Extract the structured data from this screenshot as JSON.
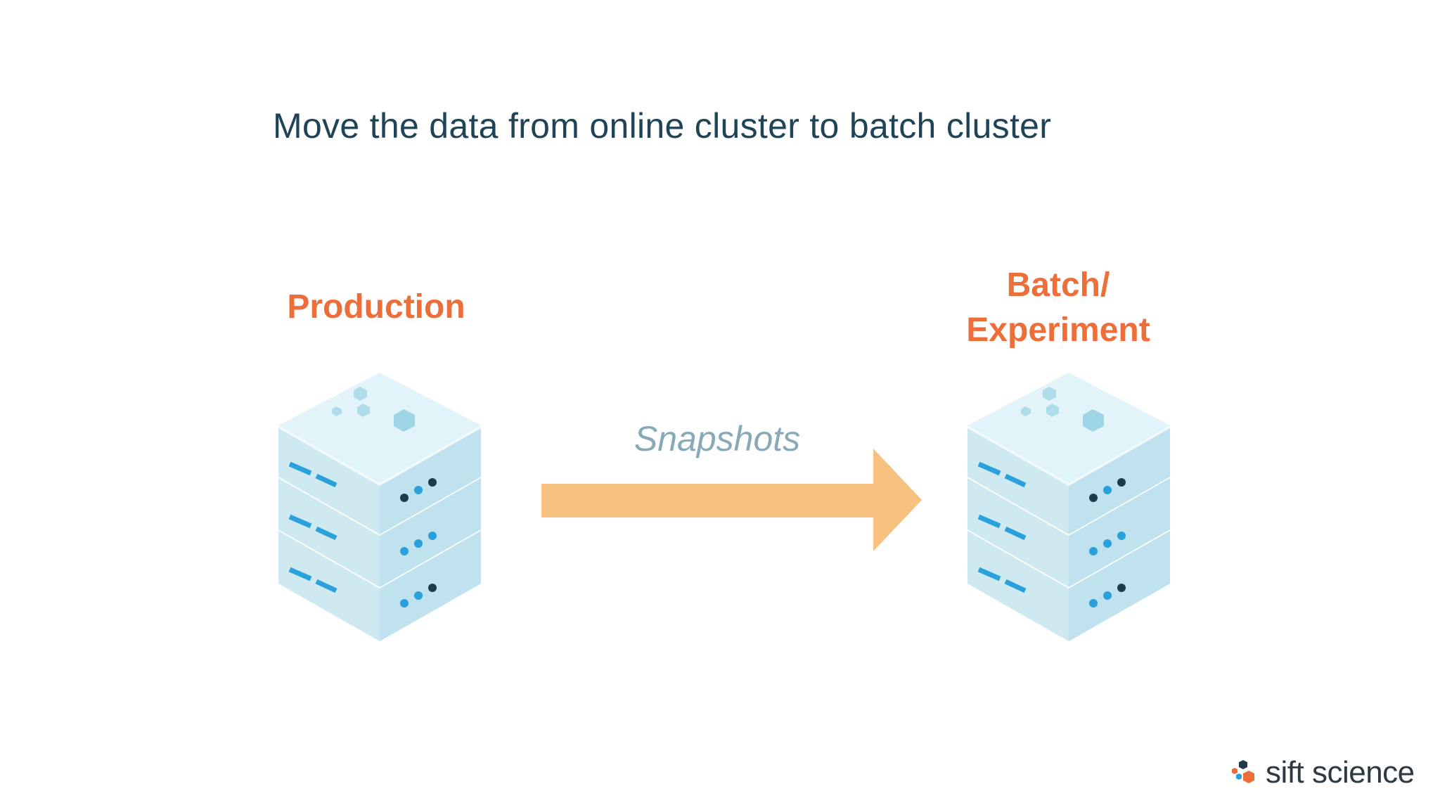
{
  "slide": {
    "title": "Move the data from online cluster to batch cluster",
    "source": {
      "label": "Production"
    },
    "target": {
      "label_line1": "Batch/",
      "label_line2": "Experiment"
    },
    "arrow": {
      "label": "Snapshots"
    }
  },
  "colors": {
    "title": "#1f4457",
    "label": "#ee6e3a",
    "arrow": "#f7c17f",
    "arrow_label": "#88aab8",
    "server_top": "#e2f2f9",
    "server_side": "#bfe3ee"
  },
  "icons": {
    "server_stack": "server-stack-icon",
    "arrow": "right-arrow-icon",
    "logo": "sift-science-logo-icon"
  },
  "logo": {
    "text": "sift science"
  }
}
